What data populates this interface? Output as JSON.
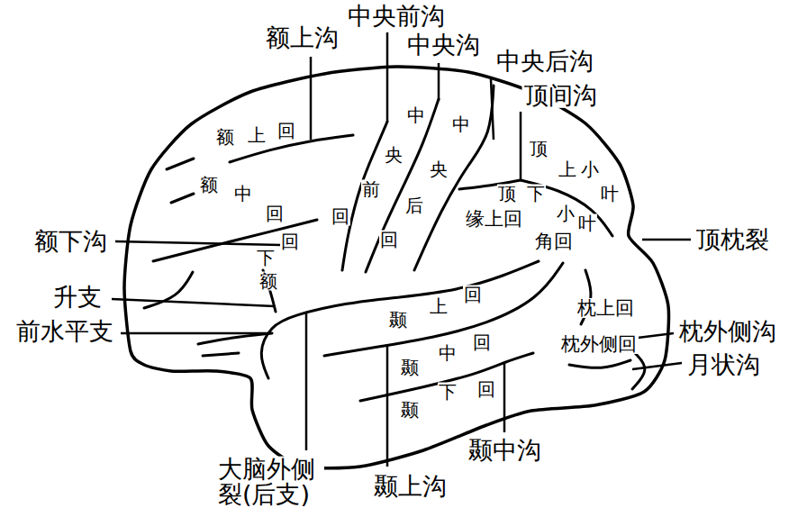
{
  "diagram": {
    "labels": [
      "额上沟",
      "中央前沟",
      "中央沟",
      "中央后沟",
      "顶间沟",
      "额下沟",
      "升支",
      "前水平支",
      "顶枕裂",
      "枕外侧沟",
      "月状沟",
      "大脑外侧 裂(后支)",
      "颞上沟",
      "颞中沟",
      "额上回",
      "额中回",
      "额下回",
      "中央前回",
      "中央后回",
      "顶上小叶",
      "顶下小叶",
      "缘上回",
      "角回",
      "颞上回",
      "颞中回",
      "颞下回",
      "枕上回",
      "枕外侧回"
    ]
  }
}
